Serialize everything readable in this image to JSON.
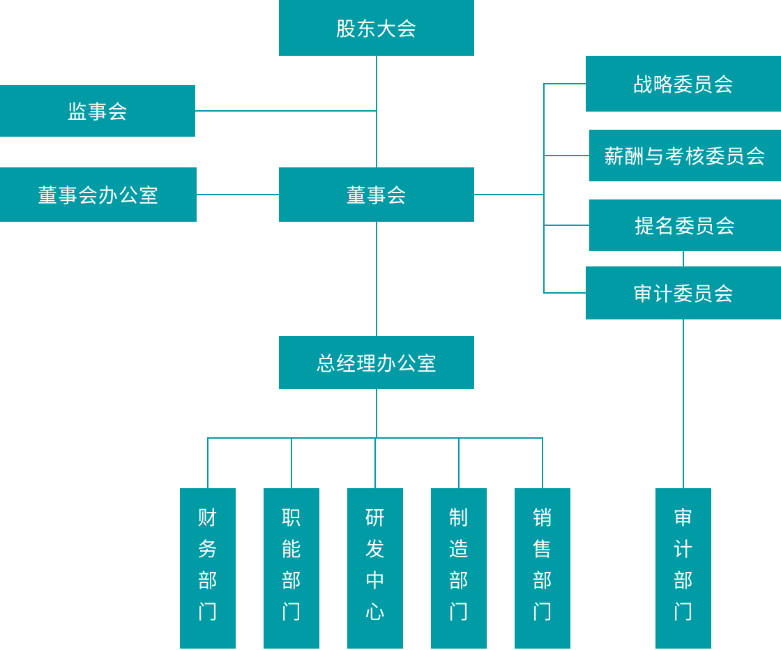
{
  "diagram": {
    "type": "org-chart",
    "colors": {
      "box_fill": "#009BA4",
      "box_text": "#FFFFFF",
      "connector": "#009BA4",
      "background": "#FFFFFF"
    },
    "nodes": {
      "shareholders": {
        "label": "股东大会"
      },
      "supervisory_board": {
        "label": "监事会"
      },
      "board_office": {
        "label": "董事会办公室"
      },
      "board": {
        "label": "董事会"
      },
      "strategy_committee": {
        "label": "战略委员会"
      },
      "remuneration_committee": {
        "label": "薪酬与考核委员会"
      },
      "nomination_committee": {
        "label": "提名委员会"
      },
      "audit_committee": {
        "label": "审计委员会"
      },
      "gm_office": {
        "label": "总经理办公室"
      },
      "finance_dept": {
        "label": "财务部门"
      },
      "functional_dept": {
        "label": "职能部门"
      },
      "rd_center": {
        "label": "研发中心"
      },
      "manufacturing_dept": {
        "label": "制造部门"
      },
      "sales_dept": {
        "label": "销售部门"
      },
      "audit_dept": {
        "label": "审计部门"
      }
    },
    "edges": [
      {
        "from": "shareholders",
        "to": "board"
      },
      {
        "from": "supervisory_board",
        "to": "shareholders"
      },
      {
        "from": "board_office",
        "to": "board"
      },
      {
        "from": "board",
        "to": "strategy_committee"
      },
      {
        "from": "board",
        "to": "remuneration_committee"
      },
      {
        "from": "board",
        "to": "nomination_committee"
      },
      {
        "from": "board",
        "to": "audit_committee"
      },
      {
        "from": "nomination_committee",
        "to": "audit_committee"
      },
      {
        "from": "board",
        "to": "gm_office"
      },
      {
        "from": "gm_office",
        "to": "finance_dept"
      },
      {
        "from": "gm_office",
        "to": "functional_dept"
      },
      {
        "from": "gm_office",
        "to": "rd_center"
      },
      {
        "from": "gm_office",
        "to": "manufacturing_dept"
      },
      {
        "from": "gm_office",
        "to": "sales_dept"
      },
      {
        "from": "audit_committee",
        "to": "audit_dept"
      }
    ]
  }
}
